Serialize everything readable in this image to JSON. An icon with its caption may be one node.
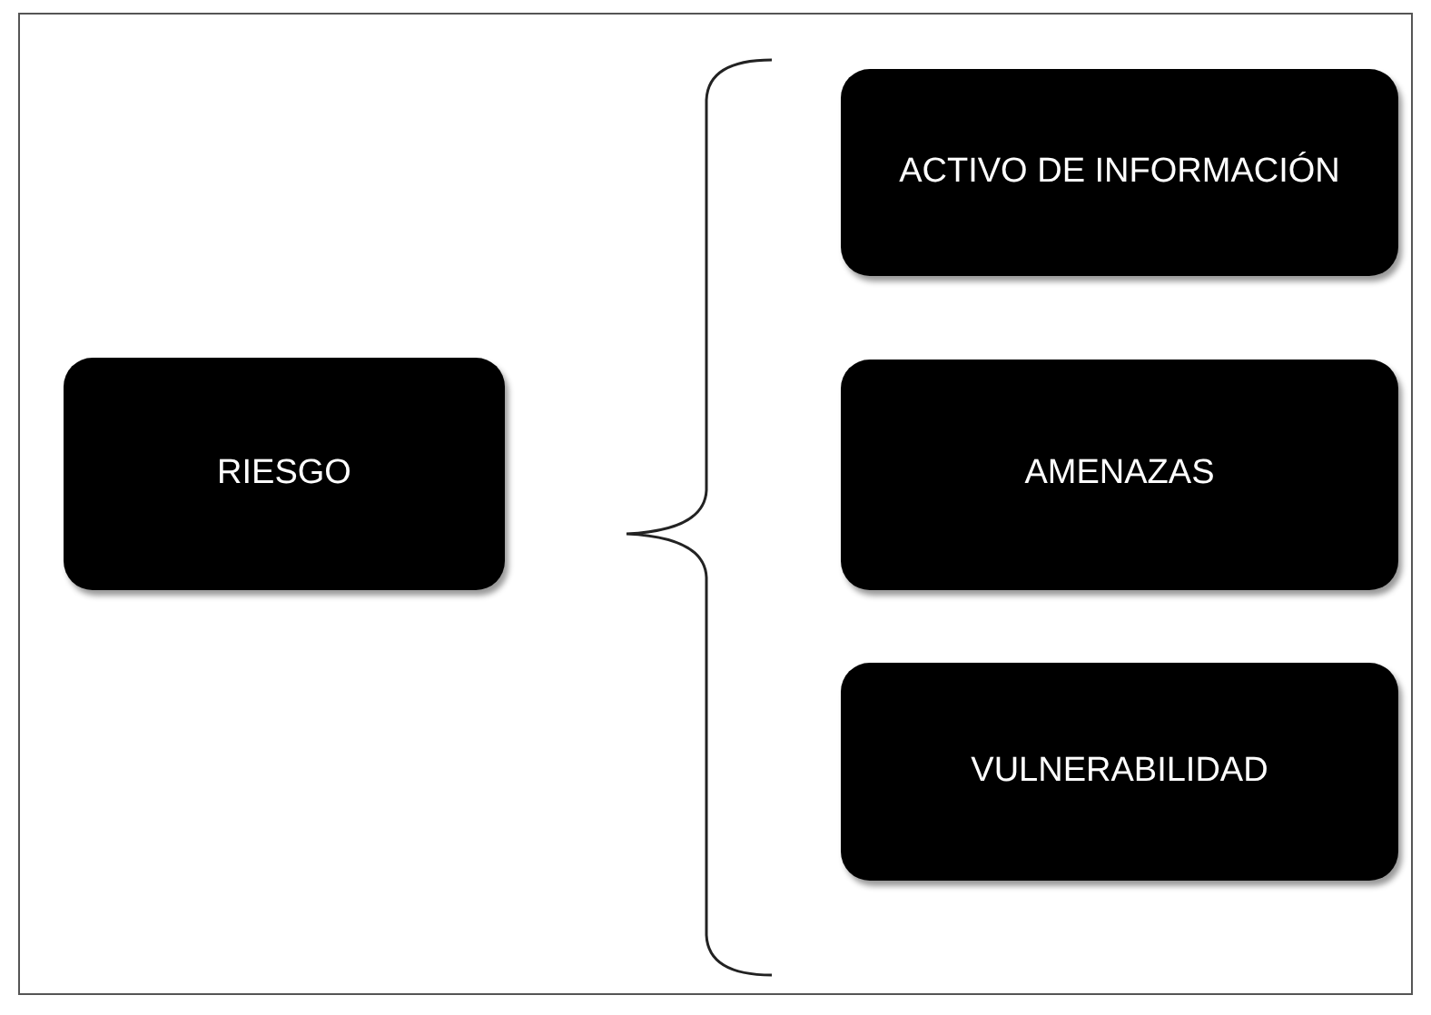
{
  "diagram": {
    "nodes": [
      {
        "text": [
          "RIESGO"
        ]
      },
      {
        "text": [
          "ACTIVO DE INFORMACIÓN"
        ]
      },
      {
        "text": [
          "AMENAZAS"
        ]
      },
      {
        "text": [
          "VULNERABILIDAD"
        ]
      }
    ]
  }
}
